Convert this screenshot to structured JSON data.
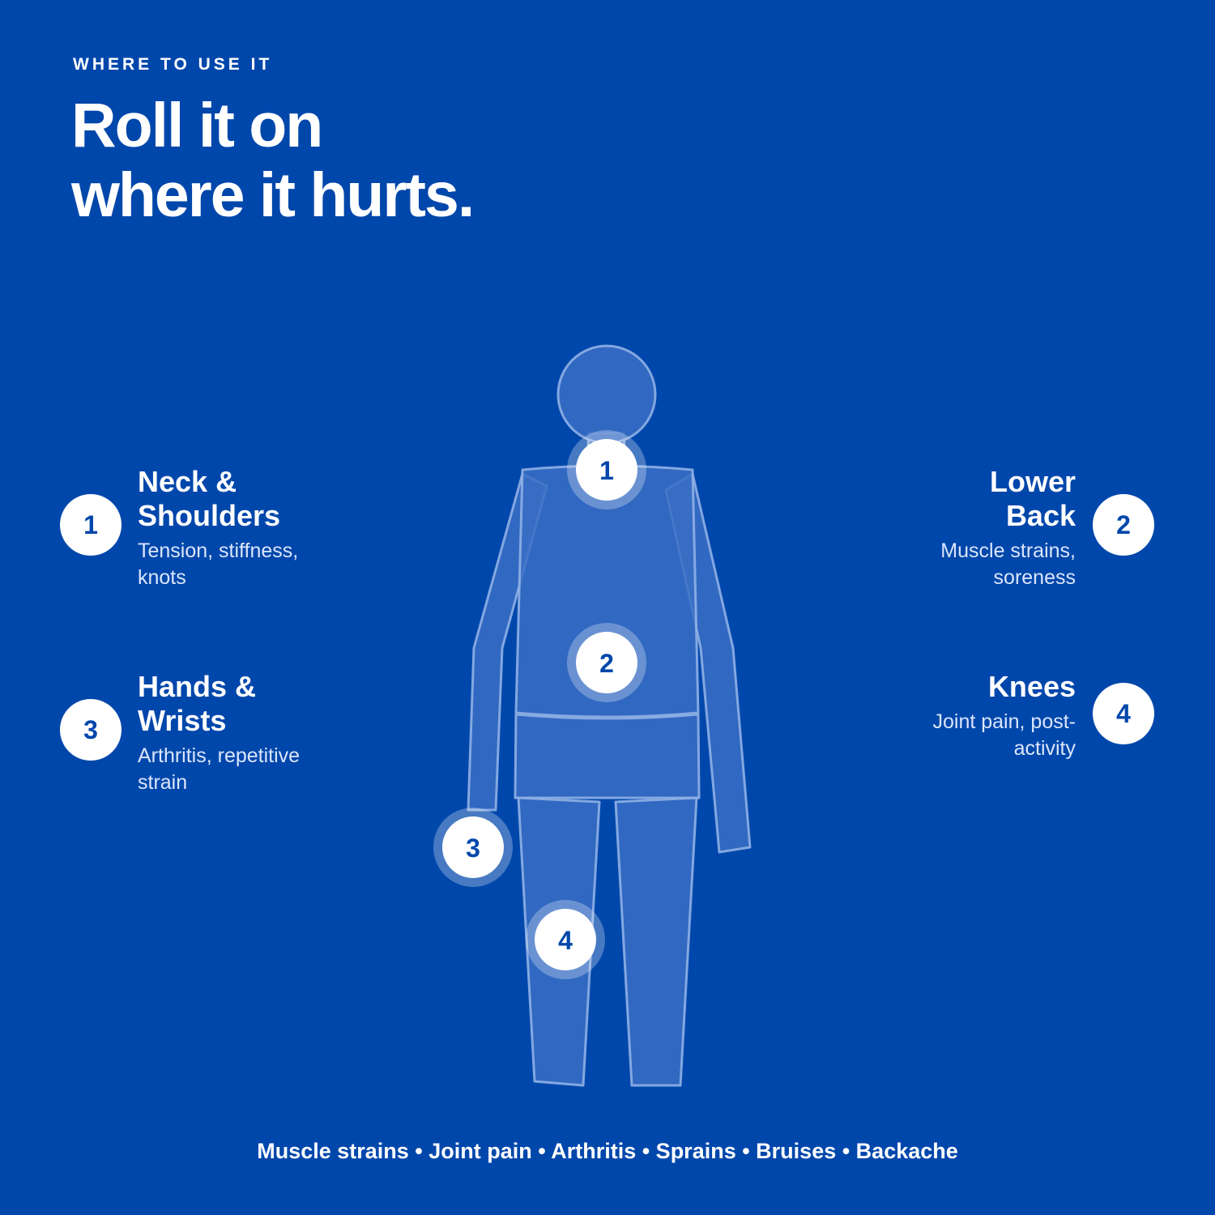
{
  "header": {
    "eyebrow": "WHERE TO USE IT",
    "headline_line1": "Roll it on",
    "headline_line2": "where it hurts."
  },
  "areas": [
    {
      "number": "1",
      "title_line1": "Neck &",
      "title_line2": "Shoulders",
      "desc_line1": "Tension, stiffness,",
      "desc_line2": "knots"
    },
    {
      "number": "2",
      "title_line1": "Lower",
      "title_line2": "Back",
      "desc_line1": "Muscle strains,",
      "desc_line2": "soreness"
    },
    {
      "number": "3",
      "title_line1": "Hands &",
      "title_line2": "Wrists",
      "desc_line1": "Arthritis, repetitive",
      "desc_line2": "strain"
    },
    {
      "number": "4",
      "title_line1": "Knees",
      "title_line2": "",
      "desc_line1": "Joint pain, post-",
      "desc_line2": "activity"
    }
  ],
  "markers": [
    "1",
    "2",
    "3",
    "4"
  ],
  "footer": {
    "conditions": "Muscle strains • Joint pain • Arthritis • Sprains • Bruises • Backache"
  },
  "colors": {
    "background": "#0047AB",
    "figure_fill": "#3A6FC4",
    "text": "#FFFFFF"
  }
}
